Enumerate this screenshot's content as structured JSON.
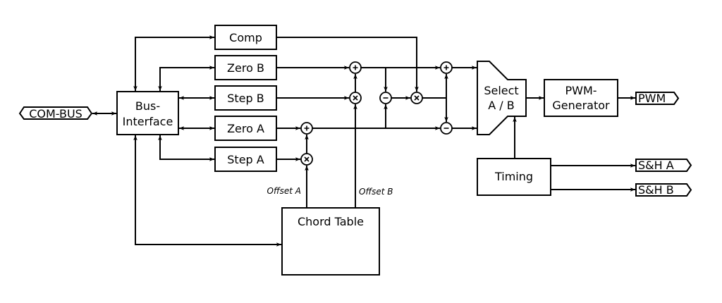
{
  "diagram": {
    "type": "block-diagram",
    "blocks": {
      "bus_interface": [
        "Bus-",
        "Interface"
      ],
      "comp": "Comp",
      "zero_b": "Zero B",
      "step_b": "Step B",
      "zero_a": "Zero A",
      "step_a": "Step A",
      "chord_table": "Chord Table",
      "select": [
        "Select",
        "A / B"
      ],
      "pwm_generator": [
        "PWM-",
        "Generator"
      ],
      "timing": "Timing"
    },
    "ports": {
      "com_bus": "COM-BUS",
      "pwm": "PWM",
      "sh_a": "S&H A",
      "sh_b": "S&H B"
    },
    "signal_labels": {
      "offset_a": "Offset A",
      "offset_b": "Offset B"
    },
    "operators": {
      "add": "+",
      "multiply": "×",
      "subtract": "−"
    }
  }
}
